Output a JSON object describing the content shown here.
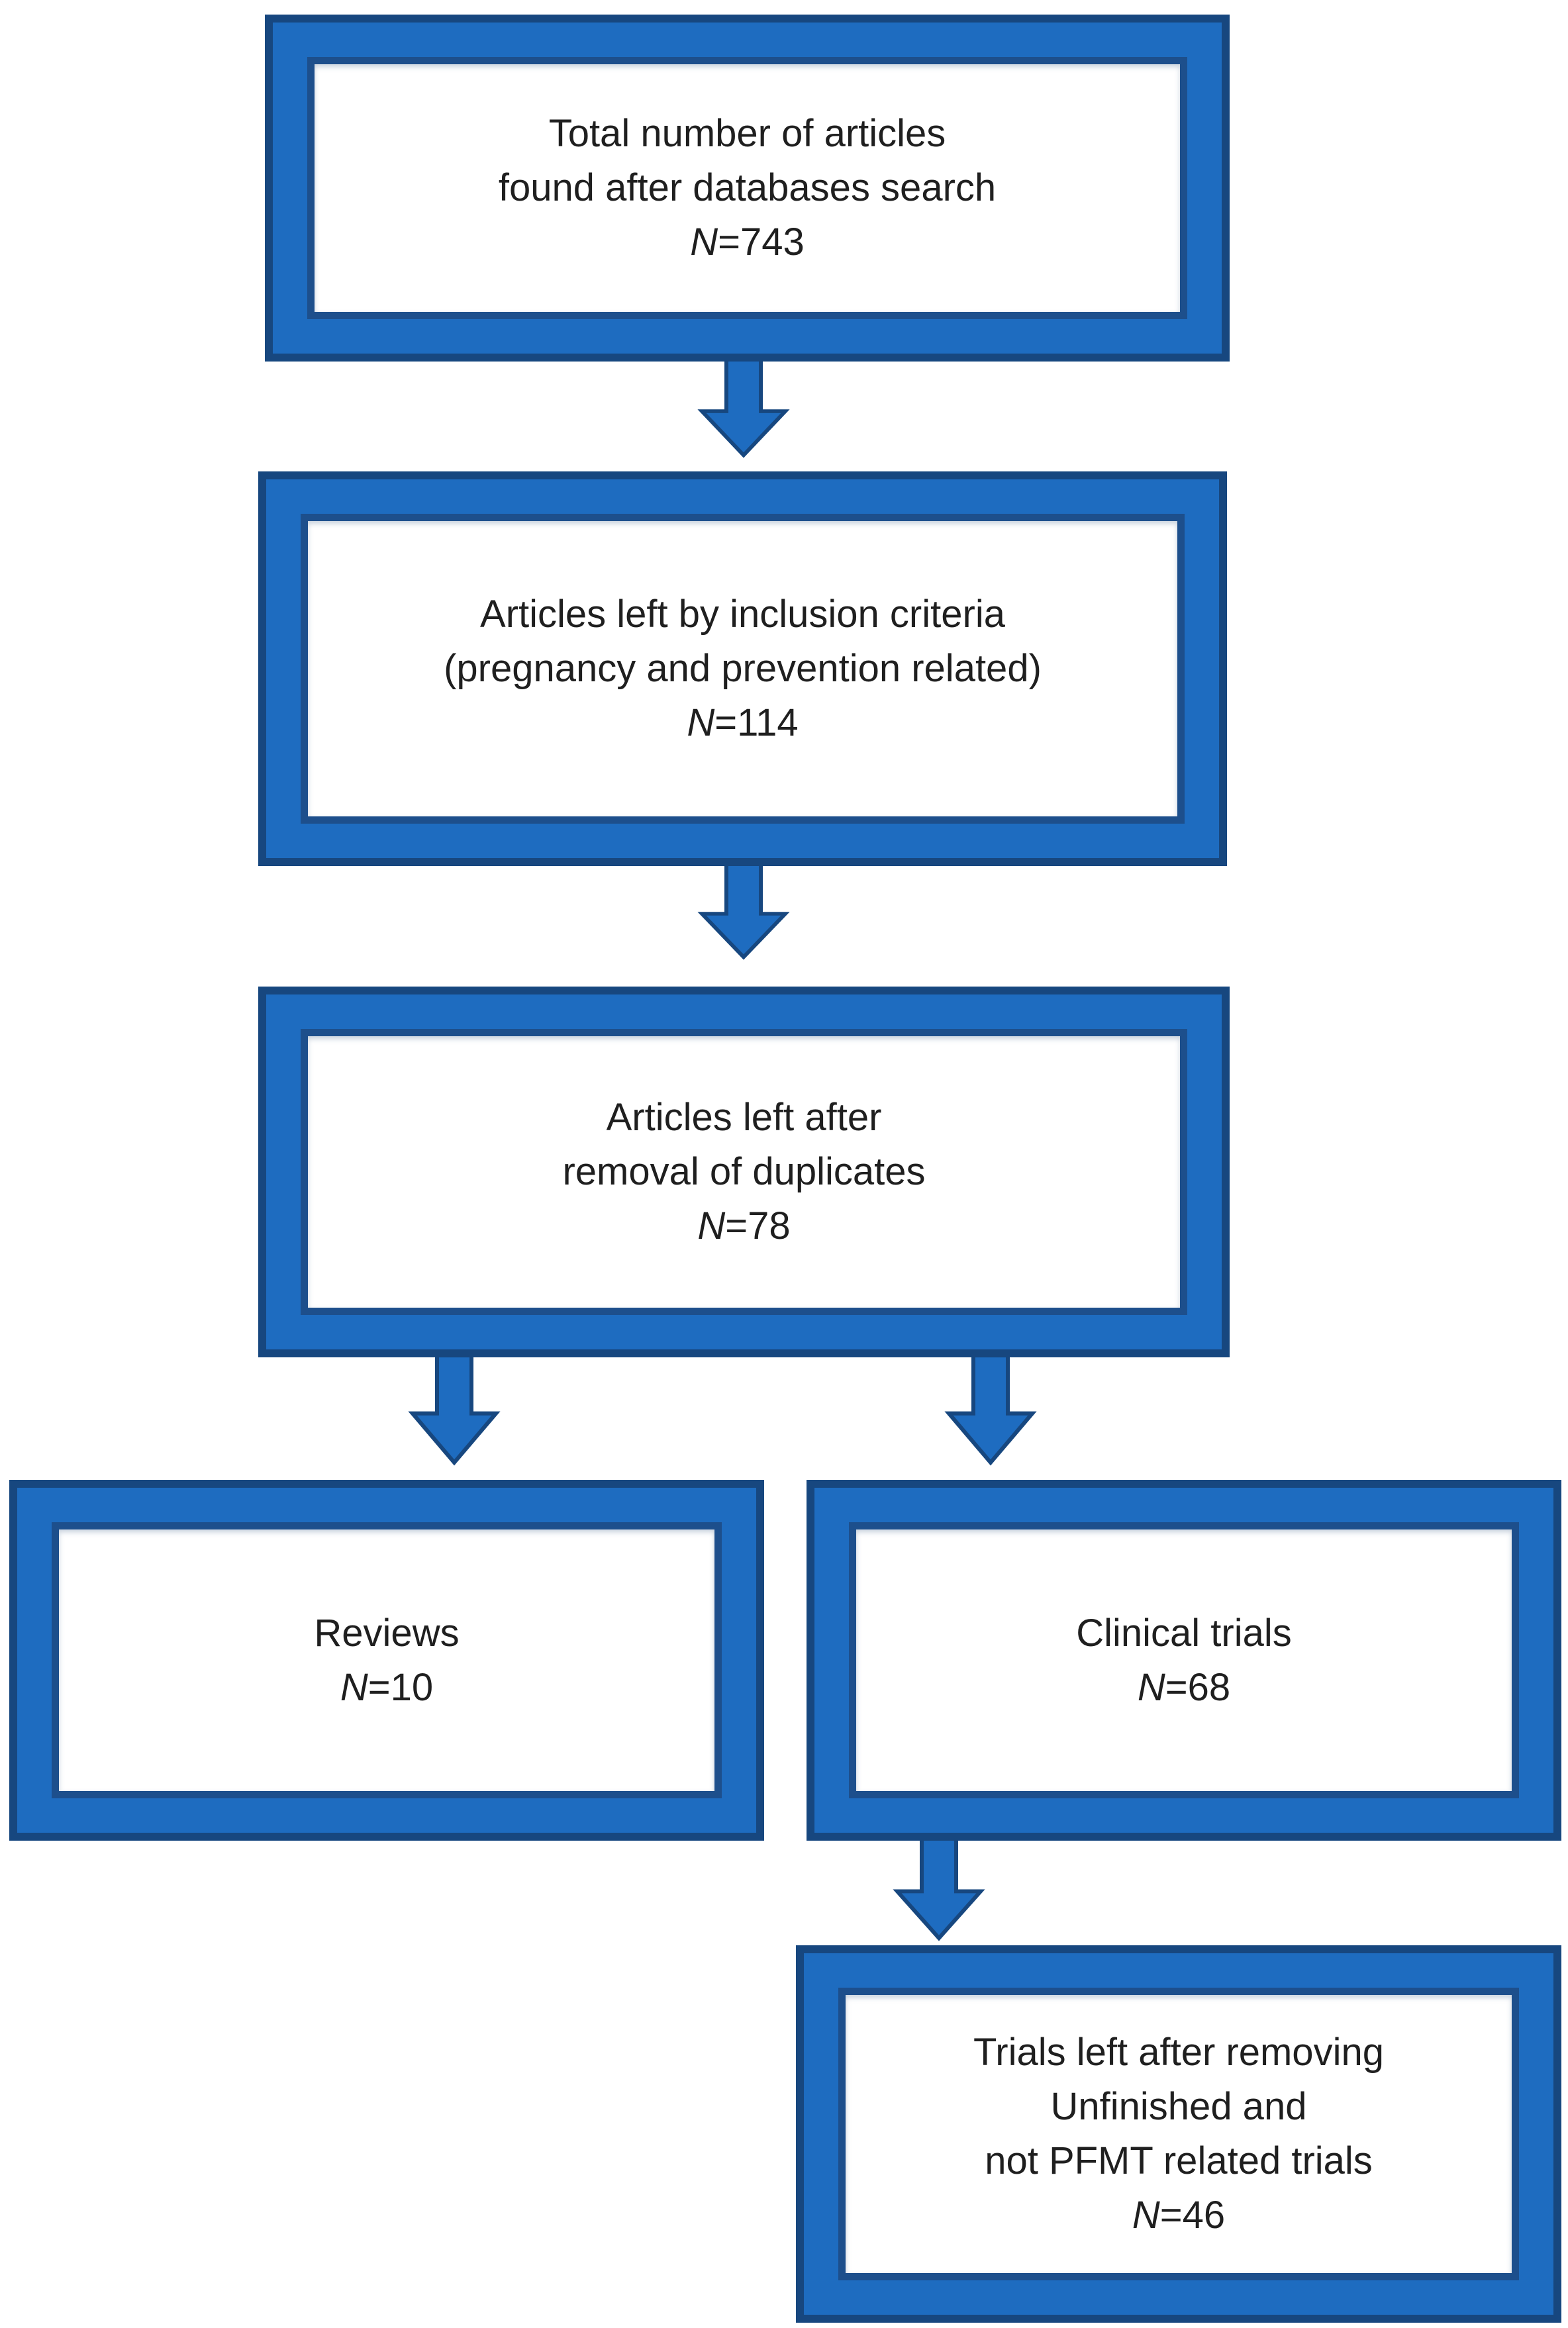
{
  "figure_type": "flow-diagram",
  "background": "#ffffff",
  "colors": {
    "box_fill": "#1e6cc0",
    "box_outline": "#17477f",
    "inner_panel_outline": "#1d4f8c",
    "inner_panel_fill": "#ffffff",
    "text": "#1f1f1f"
  },
  "nodes": {
    "total": {
      "lines": [
        "Total number of articles",
        "found after databases search"
      ],
      "n_label": "N",
      "n_value": "=743"
    },
    "inclusion": {
      "lines": [
        "Articles left by inclusion criteria",
        "(pregnancy and prevention related)"
      ],
      "n_label": "N",
      "n_value": "=114"
    },
    "duplicates": {
      "lines": [
        "Articles left after",
        "removal of duplicates"
      ],
      "n_label": "N",
      "n_value": "=78"
    },
    "reviews": {
      "lines": [
        "Reviews"
      ],
      "n_label": "N",
      "n_value": "=10"
    },
    "clinical_trials": {
      "lines": [
        "Clinical trials"
      ],
      "n_label": "N",
      "n_value": "=68"
    },
    "final_trials": {
      "lines": [
        "Trials left after removing",
        "Unfinished and",
        "not PFMT related trials"
      ],
      "n_label": "N",
      "n_value": "=46"
    }
  }
}
